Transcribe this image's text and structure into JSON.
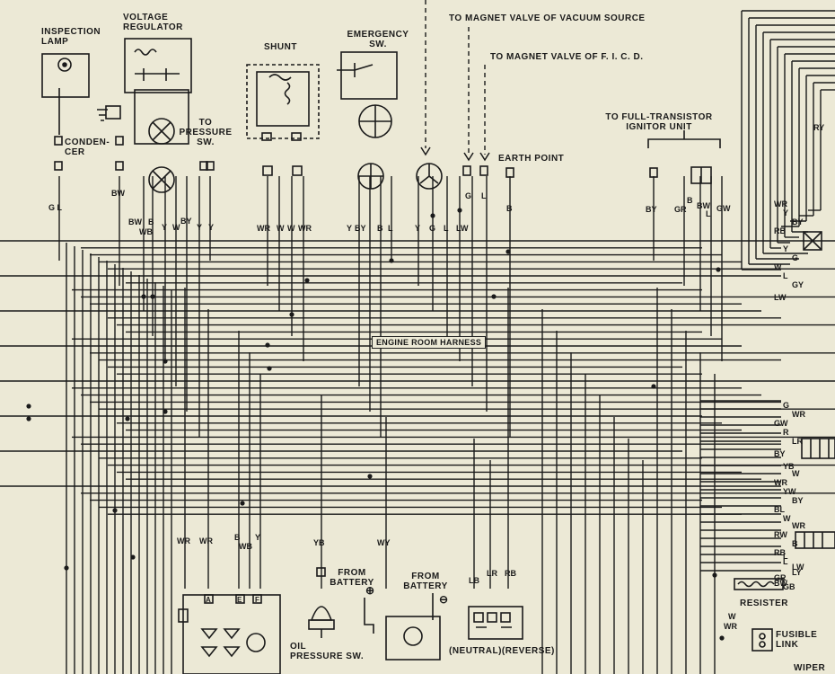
{
  "components": {
    "inspection_lamp": "INSPECTION\nLAMP",
    "voltage_regulator": "VOLTAGE\nREGULATOR",
    "shunt": "SHUNT",
    "emergency_sw": "EMERGENCY\nSW.",
    "condenser": "CONDEN-\nCER",
    "to_pressure_sw": "TO\nPRESSURE\nSW.",
    "vacuum_source": "TO MAGNET VALVE OF VACUUM SOURCE",
    "ficd": "TO MAGNET VALVE OF F. I. C. D.",
    "ignitor": "TO FULL-TRANSISTOR\nIGNITOR UNIT",
    "earth_point": "EARTH POINT",
    "engine_room_harness": "ENGINE ROOM HARNESS",
    "from_battery_1": "FROM\nBATTERY",
    "from_battery_2": "FROM\nBATTERY",
    "oil_pressure_sw": "OIL\nPRESSURE SW.",
    "neutral_reverse": "(NEUTRAL)(REVERSE)",
    "resister": "RESISTER",
    "fusible_link": "FUSIBLE\nLINK",
    "wiper": "WIPER"
  },
  "wire_codes": {
    "gl": "G L",
    "bw": "BW",
    "bw2": "BW",
    "b": "B",
    "wb": "WB",
    "y1": "Y",
    "w1": "W",
    "by1": "BY",
    "y2": "Y",
    "y3": "Y",
    "wr1": "WR",
    "w2": "W",
    "w3": "W",
    "wr2": "WR",
    "y4": "Y",
    "by2": "BY",
    "b2": "B",
    "l1": "L",
    "y5": "Y",
    "g1": "G",
    "l2": "L",
    "lw1": "LW",
    "g2": "G",
    "l3": "L",
    "b3": "B",
    "by3": "BY",
    "gr": "GR",
    "b4": "B",
    "bw3": "BW",
    "l4": "L",
    "gw": "GW",
    "wr3": "WR",
    "wr4": "WR",
    "b5": "B",
    "y6": "Y",
    "wb2": "WB",
    "yb": "YB",
    "wy": "WY",
    "lb": "LB",
    "lr": "LR",
    "rb": "RB",
    "ry": "RY",
    "w4": "W",
    "wr5": "WR"
  },
  "right_codes": [
    "WR",
    "Y",
    "BY",
    "RB",
    "Y",
    "G",
    "W",
    "L",
    "GY",
    "LW",
    "G",
    "WR",
    "GW",
    "R",
    "LR",
    "BY",
    "YB",
    "W",
    "WR",
    "YW",
    "BY",
    "BL",
    "W",
    "WR",
    "RW",
    "L",
    "LW",
    "GR",
    "GB",
    "B",
    "RB",
    "L",
    "LY",
    "BW"
  ],
  "symbols": {
    "plus": "⊕",
    "minus": "⊖",
    "a": "A",
    "e": "E",
    "f": "F"
  }
}
